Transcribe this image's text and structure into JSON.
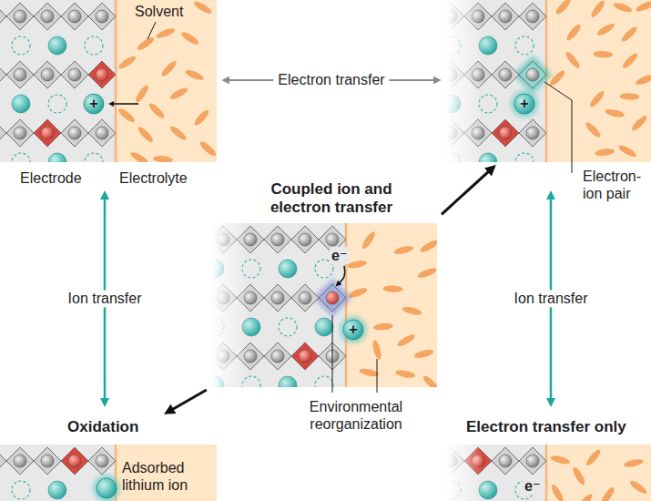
{
  "diagram": {
    "nodes": [
      {
        "text": [
          "Solvent"
        ]
      },
      {
        "text": [
          "Electron-ion pair"
        ]
      },
      {
        "text": [
          "Coupled ion and electron transfer",
          "Environmental reorganization"
        ]
      },
      {
        "text": [
          "Oxidation",
          "Adsorbed lithium ion"
        ]
      },
      {
        "text": [
          "Electron transfer only"
        ]
      }
    ],
    "edges": [
      {
        "from": 0,
        "to": 1,
        "arrow": "both",
        "label": "Electron transfer"
      },
      {
        "from": 0,
        "to": 3,
        "arrow": "both",
        "label": "Ion transfer"
      },
      {
        "from": 1,
        "to": 4,
        "arrow": "both",
        "label": "Ion transfer"
      },
      {
        "from": 2,
        "to": 1,
        "arrow": "to"
      },
      {
        "from": 2,
        "to": 3,
        "arrow": "to"
      }
    ],
    "labels": [
      "Electrode",
      "Electrolyte",
      "+",
      "+",
      "+",
      "e⁻",
      "e⁻"
    ]
  }
}
